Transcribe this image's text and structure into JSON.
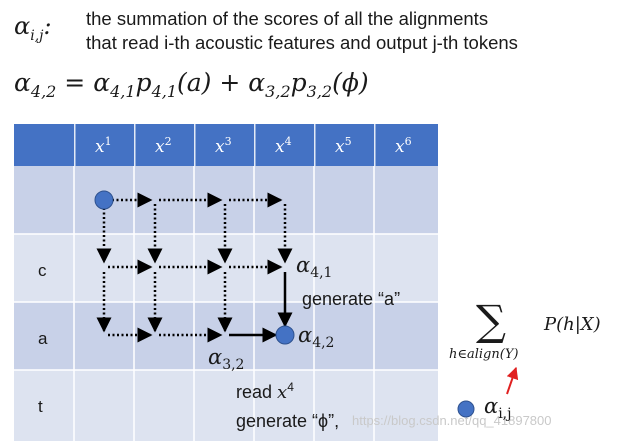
{
  "definition": {
    "symbol": "αi,j:",
    "line1": "the summation of the scores of all the alignments",
    "line2": "that read i-th acoustic features and output j-th tokens"
  },
  "equation": "α4,2 = α4,1p4,1(a) + α3,2p3,2(ϕ)",
  "table": {
    "columns": [
      "x1",
      "x2",
      "x3",
      "x4",
      "x5",
      "x6"
    ],
    "rows": [
      "",
      "c",
      "a",
      "t"
    ]
  },
  "annotations": {
    "alpha41": "α4,1",
    "alpha42": "α4,2",
    "alpha32": "α3,2",
    "generate_a": "generate “a”",
    "read_x4": "read x4",
    "generate_phi": "generate “ϕ”,",
    "sum_prob": "P(h|X)",
    "sum_sub": "h∈align(Y)",
    "alpha_ij": "αi,j"
  },
  "watermark": "https://blog.csdn.net/qq_41897800",
  "colors": {
    "header": "#4472c4",
    "row_light": "#dde3f0",
    "row_dark": "#c8d1e8",
    "node": "#4472c4",
    "arrow_red": "#e02020"
  }
}
